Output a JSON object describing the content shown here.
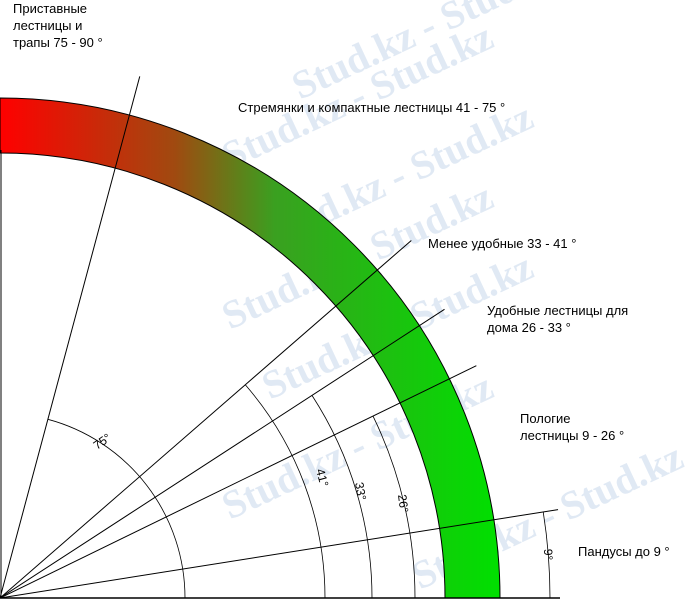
{
  "zones": [
    {
      "id": "ladders",
      "lines": [
        "Приставные",
        "лестницы и",
        "трапы 75 - 90 °"
      ]
    },
    {
      "id": "stepladders",
      "lines": [
        "Стремянки и компактные лестницы 41 - 75 °"
      ]
    },
    {
      "id": "less_comfortable",
      "lines": [
        "Менее удобные 33 - 41 °"
      ]
    },
    {
      "id": "comfortable",
      "lines": [
        "Удобные лестницы для",
        "дома 26 - 33 °"
      ]
    },
    {
      "id": "gentle",
      "lines": [
        "Пологие",
        "лестницы 9 - 26 °"
      ]
    },
    {
      "id": "ramps",
      "lines": [
        "Пандусы до 9 °"
      ]
    }
  ],
  "angle_labels": [
    "75°",
    "41°",
    "33°",
    "26°",
    "9°"
  ],
  "boundary_angles_deg": [
    75,
    41,
    33,
    26,
    9
  ],
  "watermark_text": "Stud.kz",
  "colors": {
    "band_start": "#ff0000",
    "band_mid": "#9a5a10",
    "band_end": "#00e000",
    "line": "#000000"
  }
}
